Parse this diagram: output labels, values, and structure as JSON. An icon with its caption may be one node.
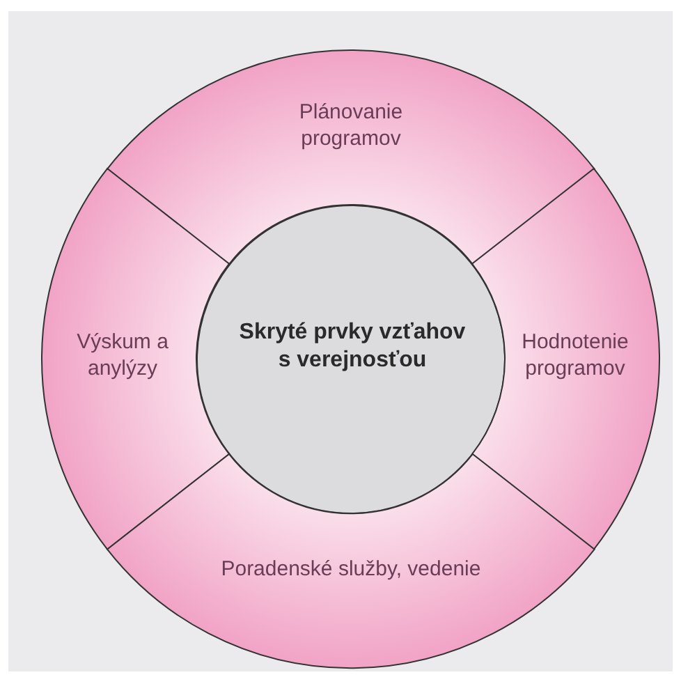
{
  "diagram": {
    "nodes": [
      {
        "text": [
          "Plánovanie programov"
        ]
      },
      {
        "text": [
          "Výskum a anylýzy"
        ]
      },
      {
        "text": [
          "Skryté prvky vzťahov s verejnosťou"
        ]
      },
      {
        "text": [
          "Hodnotenie programov"
        ]
      },
      {
        "text": [
          "Poradenské služby, vedenie"
        ]
      }
    ]
  }
}
